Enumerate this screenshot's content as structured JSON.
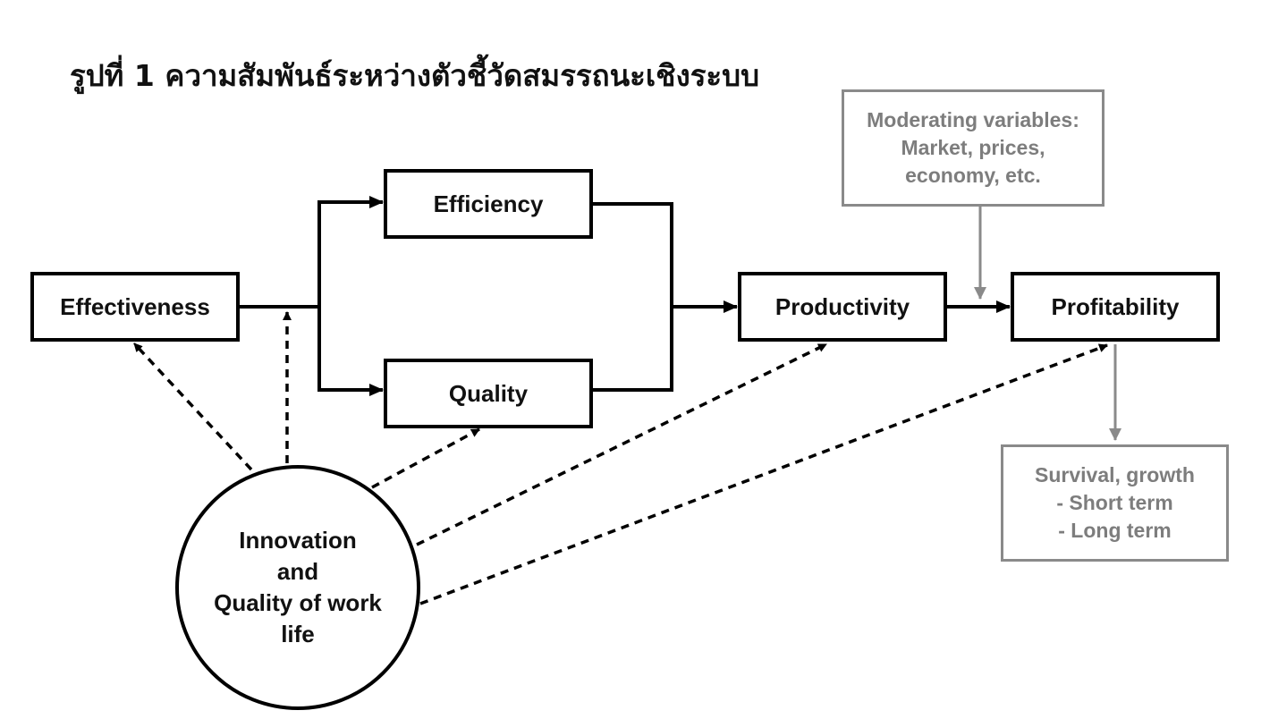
{
  "title": "รูปที่ 1 ความสัมพันธ์ระหว่างตัวชี้วัดสมรรถนะเชิงระบบ",
  "nodes": {
    "effectiveness": "Effectiveness",
    "efficiency": "Efficiency",
    "quality": "Quality",
    "productivity": "Productivity",
    "profitability": "Profitability",
    "innovation": [
      "Innovation",
      "and",
      "Quality of work",
      "life"
    ]
  },
  "moderating": [
    "Moderating variables:",
    "Market, prices,",
    "economy, etc."
  ],
  "outcome": [
    "Survival, growth",
    "- Short term",
    "- Long term"
  ],
  "colors": {
    "main": "#000000",
    "secondary": "#8a8a8a",
    "secondary_text": "#7d7d7d"
  }
}
